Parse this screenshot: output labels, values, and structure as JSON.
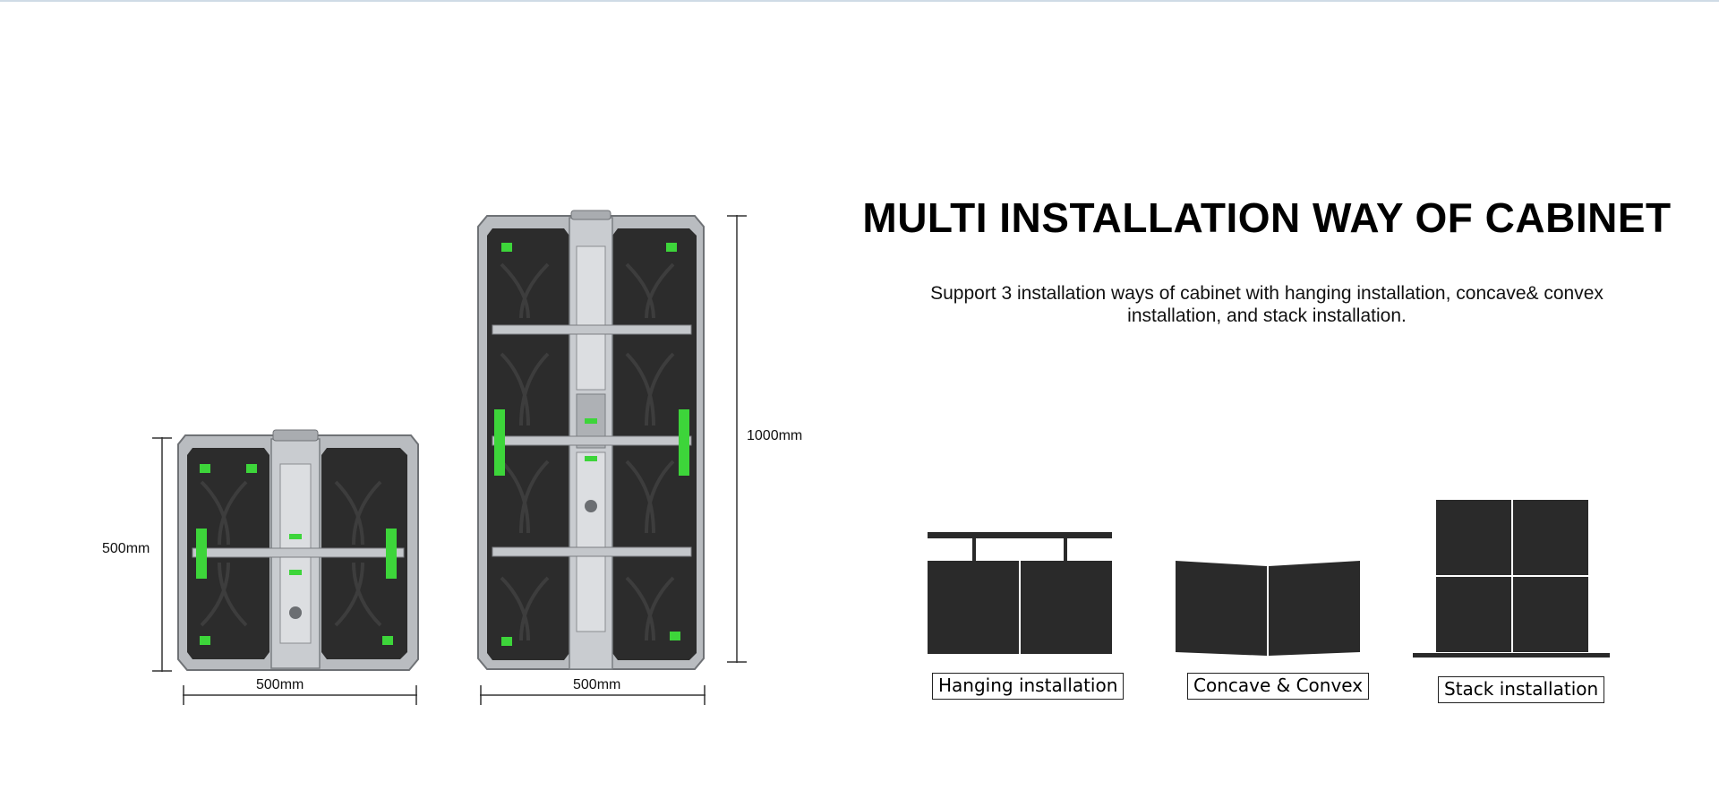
{
  "title": "MULTI INSTALLATION WAY OF CABINET",
  "description": "Support 3 installation ways of cabinet with hanging installation, concave& convex installation, and stack installation.",
  "cabinets": {
    "small": {
      "height_label": "500mm",
      "width_label": "500mm"
    },
    "large": {
      "height_label": "1000mm",
      "width_label": "500mm"
    }
  },
  "installation_types": [
    {
      "label": "Hanging installation"
    },
    {
      "label": "Concave & Convex"
    },
    {
      "label": "Stack installation"
    }
  ],
  "colors": {
    "accent_green": "#3dd53a",
    "panel_dark": "#2a2a2a",
    "frame_silver": "#b9bcc0"
  }
}
